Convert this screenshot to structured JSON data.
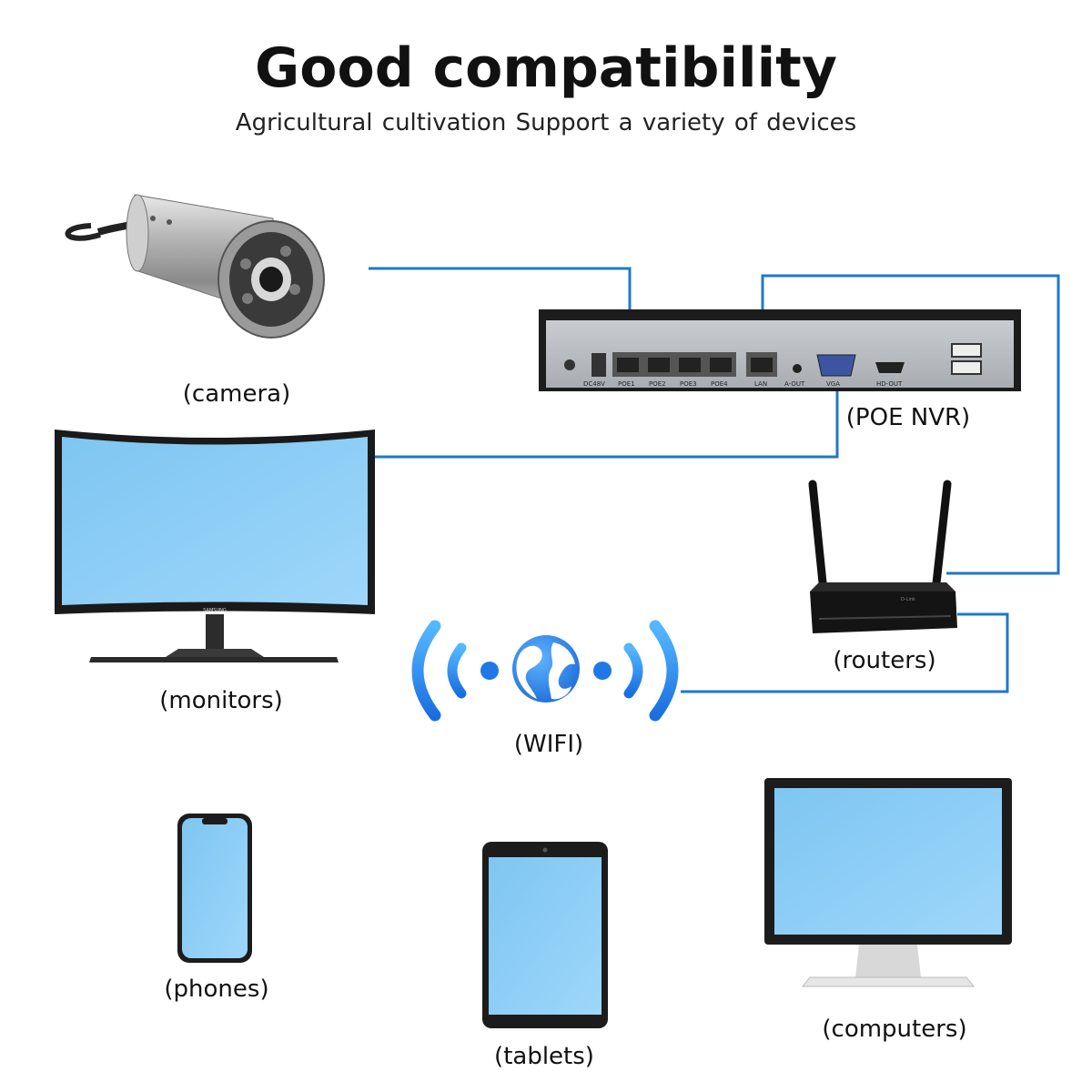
{
  "header": {
    "title": "Good compatibility",
    "subtitle": "Agricultural cultivation  Support a variety of devices"
  },
  "devices": {
    "camera": "(camera)",
    "nvr": "(POE NVR)",
    "monitors": "(monitors)",
    "routers": "(routers)",
    "wifi": "(WIFI)",
    "phones": "(phones)",
    "tablets": "(tablets)",
    "computers": "(computers)"
  },
  "nvr_ports": {
    "power": "DC48V",
    "poe1": "POE1",
    "poe2": "POE2",
    "poe3": "POE3",
    "poe4": "POE4",
    "lan": "LAN",
    "aout": "A-OUT",
    "vga": "VGA",
    "hdout": "HD-OUT"
  },
  "brand_marks": {
    "monitor_brand": "SAMSUNG",
    "router_brand": "D-Link"
  },
  "colors": {
    "connection_line": "#1f78c8",
    "screen": "#88c8f4",
    "wifi_blue": "#2f8ef0"
  },
  "icons": [
    "camera-icon",
    "nvr-icon",
    "monitor-icon",
    "router-icon",
    "wifi-icon",
    "globe-icon",
    "phone-icon",
    "tablet-icon",
    "computer-icon"
  ]
}
